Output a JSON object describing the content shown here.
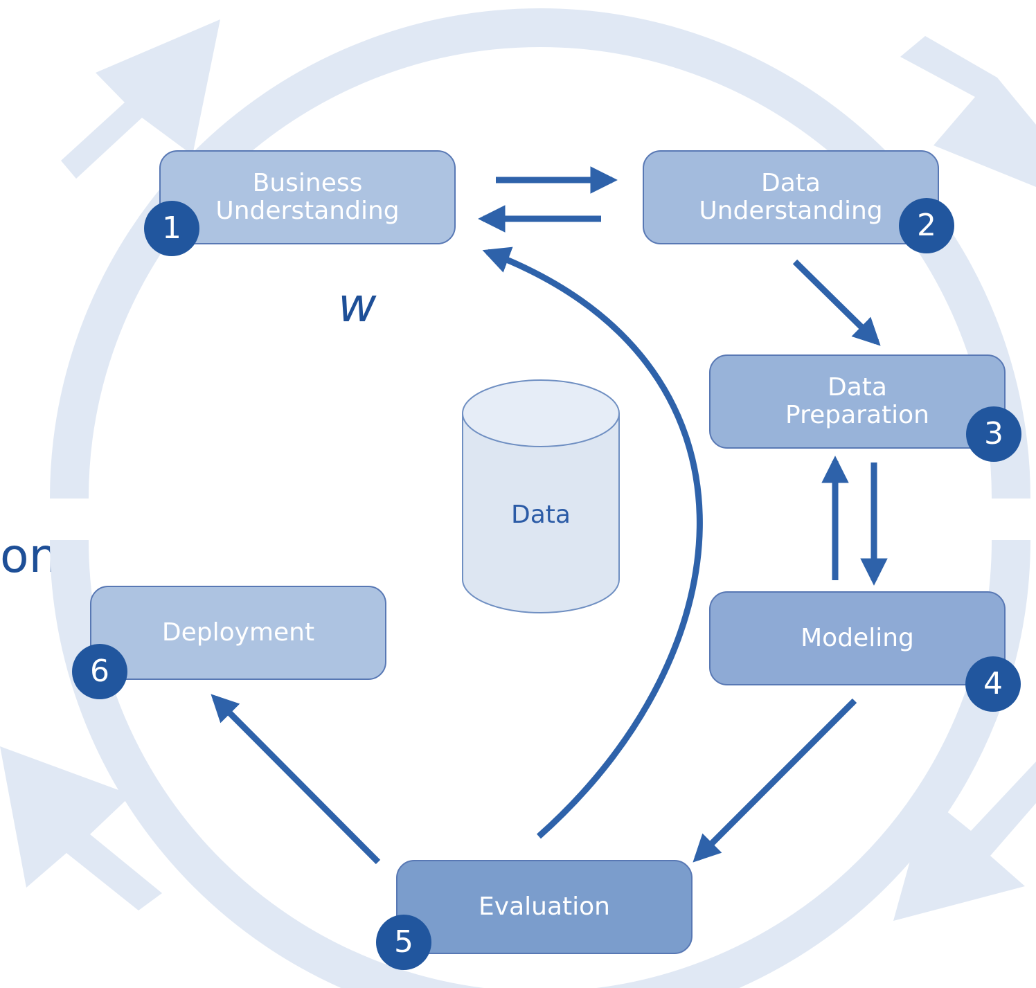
{
  "background_text": [
    "w",
    "on"
  ],
  "phases": [
    {
      "number": "1",
      "label": "Business\nUnderstanding"
    },
    {
      "number": "2",
      "label": "Data\nUnderstanding"
    },
    {
      "number": "3",
      "label": "Data\nPreparation"
    },
    {
      "number": "4",
      "label": "Modeling"
    },
    {
      "number": "5",
      "label": "Evaluation"
    },
    {
      "number": "6",
      "label": "Deployment"
    }
  ],
  "data_store": {
    "label": "Data"
  },
  "colors": {
    "outer_cycle": "#e0e8f4",
    "box_light": "#adc3e1",
    "box_mid": "#98b3d9",
    "box_dark": "#7b9dcc",
    "arrow": "#2e62aa",
    "badge": "#21569e",
    "cylinder": "#dde6f2",
    "cylinder_stroke": "#6f8fc2"
  }
}
